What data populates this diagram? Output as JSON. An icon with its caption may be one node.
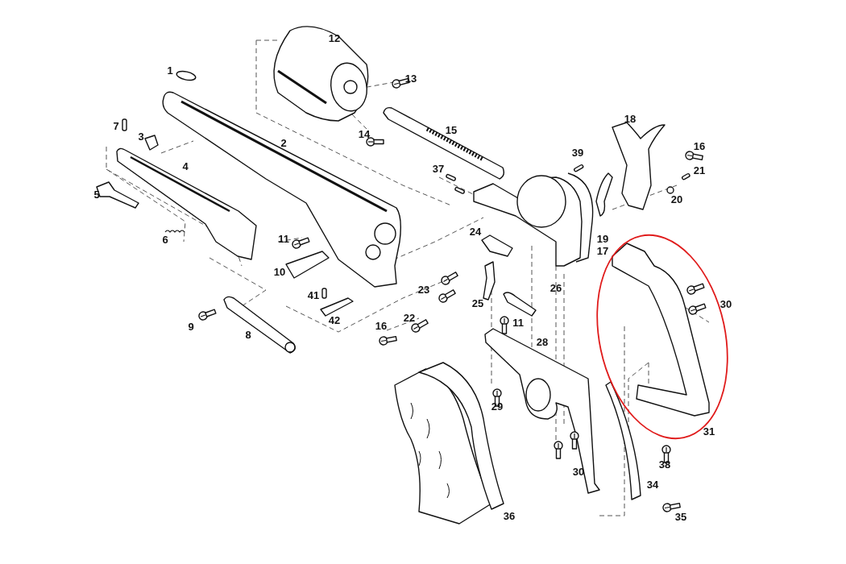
{
  "diagram": {
    "labels": [
      "12",
      "1",
      "13",
      "18",
      "7",
      "15",
      "14",
      "3",
      "2",
      "16",
      "39",
      "37",
      "21",
      "4",
      "5",
      "20",
      "24",
      "11",
      "19",
      "6",
      "17",
      "10",
      "26",
      "23",
      "41",
      "25",
      "30",
      "22",
      "42",
      "11",
      "16",
      "9",
      "8",
      "28",
      "29",
      "31",
      "38",
      "30",
      "34",
      "36",
      "35"
    ]
  }
}
